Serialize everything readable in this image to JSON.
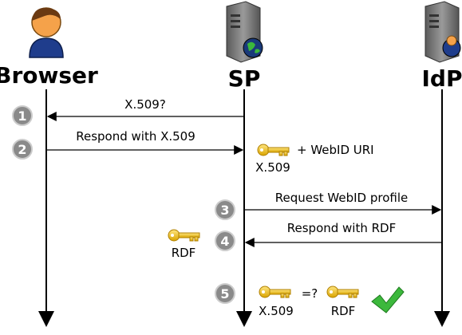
{
  "actors": {
    "browser": {
      "label": "Browser",
      "icon": "user-icon"
    },
    "sp": {
      "label": "SP",
      "icon": "server-globe-icon"
    },
    "idp": {
      "label": "IdP",
      "icon": "server-user-icon"
    }
  },
  "messages": [
    {
      "step": "1",
      "label": "X.509?",
      "direction": "sp-to-browser"
    },
    {
      "step": "2",
      "label": "Respond with X.509",
      "direction": "browser-to-sp"
    },
    {
      "step": "3",
      "label": "Request WebID profile",
      "direction": "sp-to-idp"
    },
    {
      "step": "4",
      "label": "Respond with RDF",
      "direction": "idp-to-sp"
    }
  ],
  "annotations": {
    "sp_key_label": "X.509",
    "sp_key_suffix": "+ WebID URI",
    "rdf_key_label": "RDF",
    "step5": {
      "step": "5",
      "left_key_label": "X.509",
      "operator": "=?",
      "right_key_label": "RDF",
      "result_icon": "checkmark-icon"
    }
  },
  "colors": {
    "key": "#f0c000",
    "step_circle": "#8a8a8a",
    "check": "#3cb83c"
  }
}
